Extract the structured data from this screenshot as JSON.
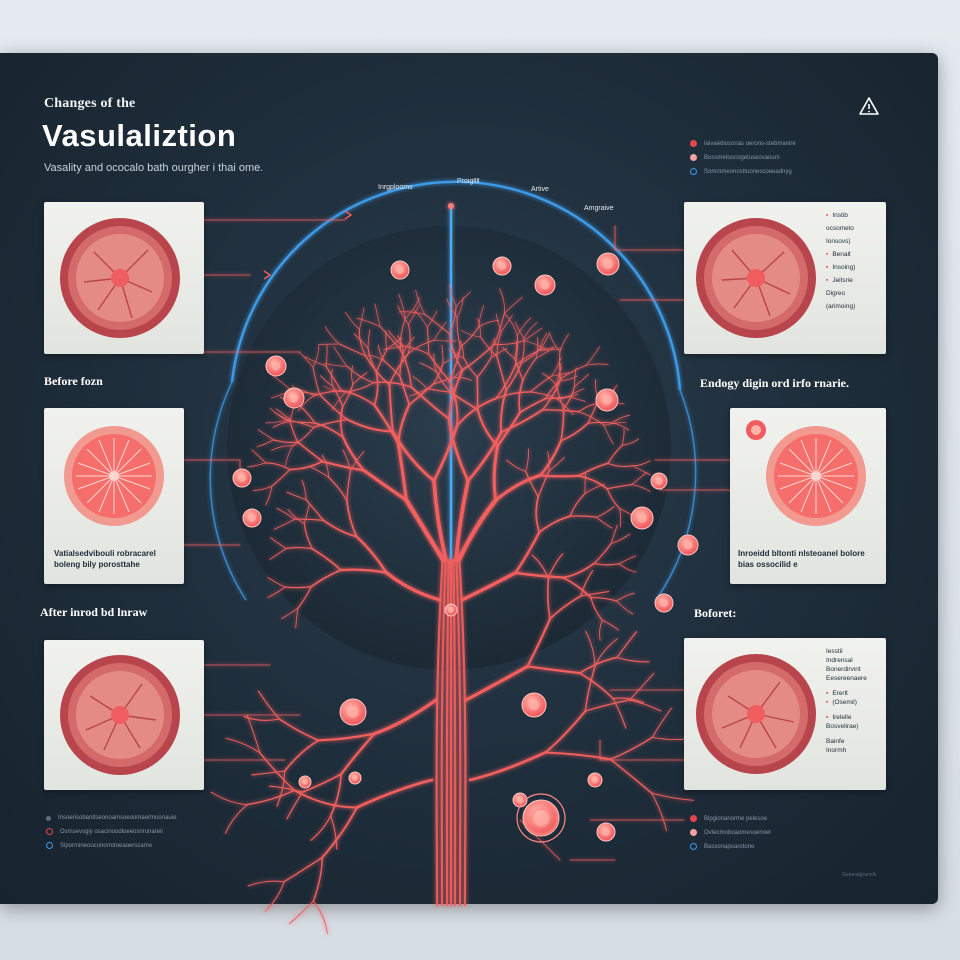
{
  "header": {
    "kicker": "Changes of the",
    "title": "Vasulaliztion",
    "subtitle": "Vasality and ococalo bath ourgher i thai ome."
  },
  "icons": {
    "warning": "warning-triangle-icon",
    "vessel_tree": "vessel-tree",
    "specimen": "tissue-cross-section-icon"
  },
  "colors": {
    "vessel": "#f35f5f",
    "ring": "#3e9be8",
    "board": "#1d2c39"
  },
  "labels": {
    "left_top": "Before fozn",
    "left_middle": "After inrod bd lnraw",
    "right_top": "Endogy digin ord irfo rnarie.",
    "right_middle": "Boforet:"
  },
  "top_tags": [
    "Inrgplooms",
    "Proigllll",
    "Artive",
    "Amgraive"
  ],
  "cards": {
    "left_middle_caption": "Vatialsedvibouli robracarel boleng bily porosttahe",
    "right_middle_caption": "Inroeidd bltonti nlsteoanel bolore bias ossocilid e",
    "right_top_rows": [
      "Instib",
      "ocsomelo",
      "Ionsovs)",
      "Benalt",
      "Insoing)",
      "Jeitsrie",
      "Digreo",
      "(arimoing)"
    ],
    "right_bottom_rows": [
      "Iesstil",
      "Indrensal",
      "Bonerdirvint",
      "Eesereenaere",
      "Ererlt",
      "(Osemil)",
      "Irelelle",
      "Bosvelirae)",
      "Bainfe",
      "Inormh"
    ]
  },
  "legend_top_right": [
    "Iaivaiebosonas oerons-stebmanire",
    "Bossmetoocogetuseovaoum",
    "Sommmeonosttuonescoeeadnyg"
  ],
  "legend_bottom_left": [
    "Insoerisobanltseonoamsoeoomaermoonauie",
    "Osmsevsgiy osacinoodloeeosnrunanel",
    "Sipormineoucunorrotoeaoerscame"
  ],
  "legend_bottom_right": [
    "Bipgionanorme pelesoe",
    "Ovtecmoboaomesoenoel",
    "Bassonapoarotone"
  ],
  "footnote": "Generalgrannfs"
}
